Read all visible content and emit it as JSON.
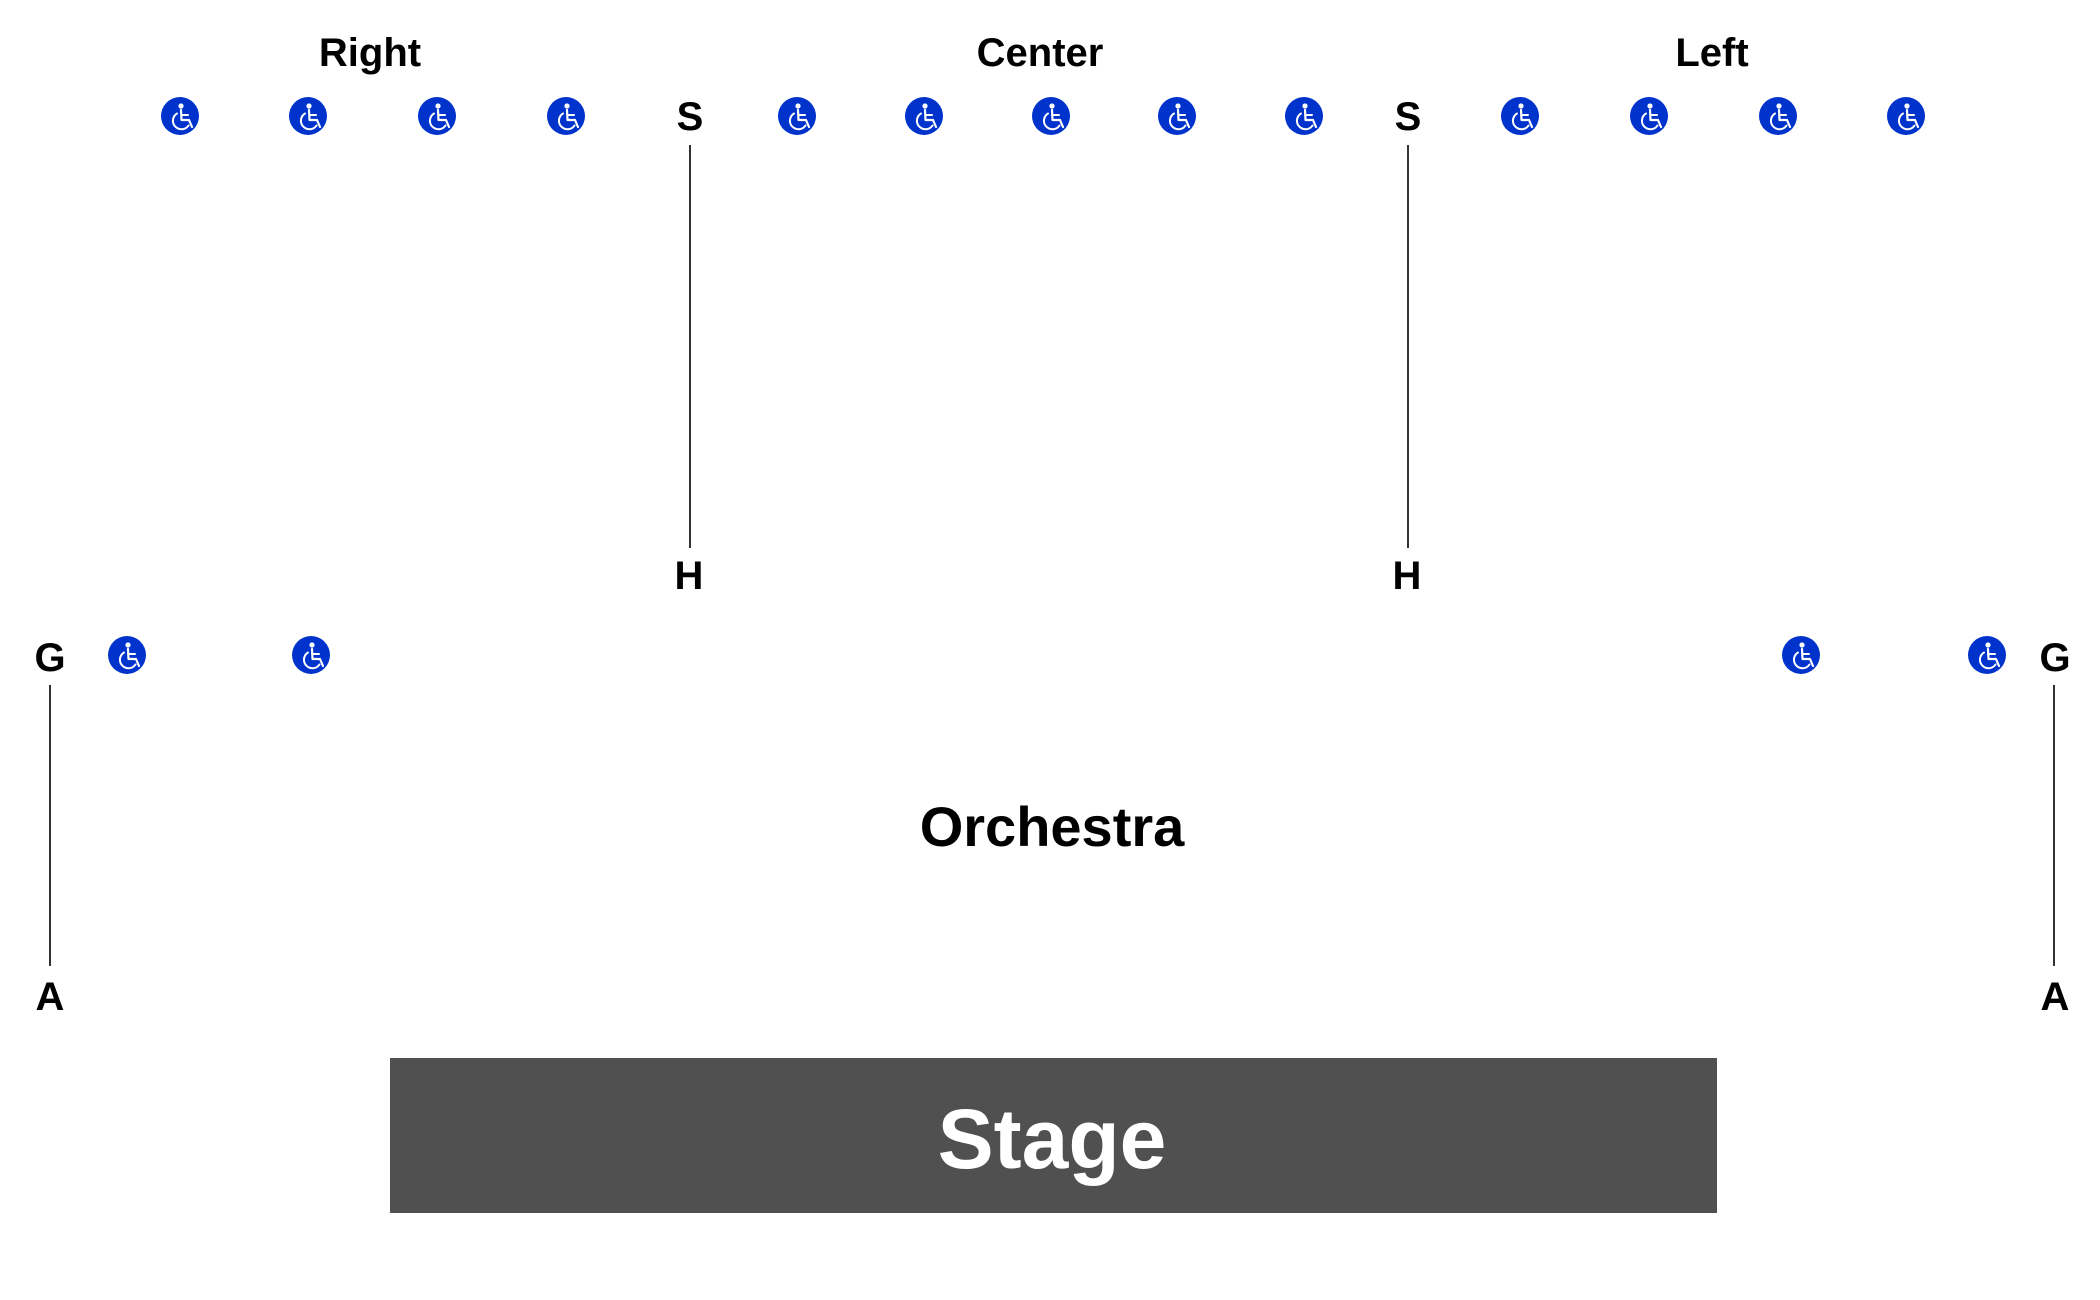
{
  "sections": {
    "right": "Right",
    "center": "Center",
    "left": "Left"
  },
  "rows": {
    "s_right": "S",
    "s_left": "S",
    "h_right": "H",
    "h_left": "H",
    "g_right": "G",
    "g_left": "G",
    "a_right": "A",
    "a_left": "A"
  },
  "areas": {
    "orchestra": "Orchestra",
    "stage": "Stage"
  },
  "icons": {
    "accessible_seat": "wheelchair-icon"
  },
  "colors": {
    "accessible": "#0033cc",
    "stage_fill": "#505050",
    "stage_text": "#ffffff",
    "text": "#000000",
    "line": "#333333"
  }
}
